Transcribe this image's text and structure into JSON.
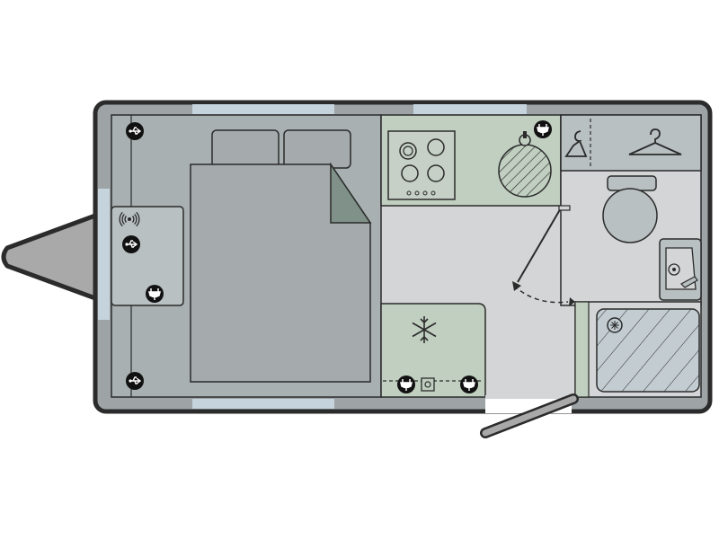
{
  "diagram": {
    "kind": "caravan-floorplan",
    "colors": {
      "outline": "#2b2b2b",
      "body_fill": "#9ea4a6",
      "room_fill": "#a8b0b2",
      "floor_fill": "#d4d5d6",
      "kitchen_fill": "#c0cfc0",
      "window_fill": "#c4d3dc",
      "bed_fill": "#a5abad",
      "bed_fold": "#7f9188",
      "cupboard_fill": "#b9c0c2",
      "shower_tray": "#c2ccd1",
      "hob_fill": "#c6d0c6",
      "icon_disc": "#111111",
      "icon_glyph": "#ffffff"
    },
    "zones": [
      {
        "id": "bedroom",
        "icon": null
      },
      {
        "id": "kitchen-hob",
        "icon": "hob-icon"
      },
      {
        "id": "kitchen-sink",
        "icon": "sink-icon"
      },
      {
        "id": "wardrobe",
        "icon": "hanger-icon"
      },
      {
        "id": "washroom",
        "icon": "toilet-icon"
      },
      {
        "id": "shower",
        "icon": "shower-icon"
      },
      {
        "id": "fridge",
        "icon": "snowflake-icon"
      }
    ],
    "sockets": [
      {
        "type": "usb",
        "icon": "usb-icon"
      },
      {
        "type": "usb",
        "icon": "usb-icon"
      },
      {
        "type": "usb",
        "icon": "usb-icon"
      },
      {
        "type": "mains",
        "icon": "plug-icon"
      },
      {
        "type": "mains",
        "icon": "plug-icon"
      },
      {
        "type": "mains",
        "icon": "plug-icon"
      },
      {
        "type": "mains",
        "icon": "plug-icon"
      },
      {
        "type": "wireless-charger",
        "icon": "wireless-icon"
      },
      {
        "type": "tv-point",
        "icon": "tv-socket-icon"
      }
    ]
  }
}
